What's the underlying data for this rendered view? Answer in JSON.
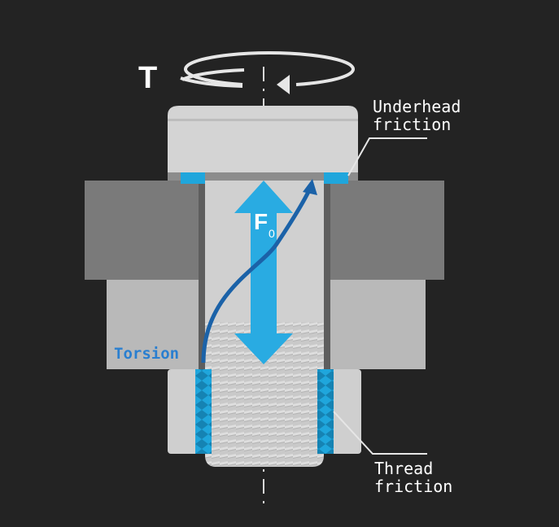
{
  "labels": {
    "torque": "T",
    "underhead_line1": "Underhead",
    "underhead_line2": "friction",
    "force_main": "F",
    "force_sub": "0",
    "torsion": "Torsion",
    "thread_line1": "Thread",
    "thread_line2": "friction"
  },
  "colors": {
    "background": "#232323",
    "bolt_light": "#d4d4d4",
    "bolt_mid": "#bdbdbd",
    "plate_dark": "#7a7a7a",
    "plate_light": "#b9b9b9",
    "friction_blue": "#1fa6dc",
    "force_arrow": "#29abe2",
    "torsion_blue": "#1b62a8",
    "label_text": "#ffffff"
  }
}
